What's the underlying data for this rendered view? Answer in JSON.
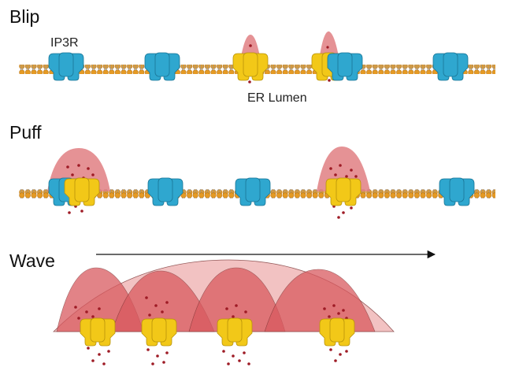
{
  "panels": [
    {
      "title": "Blip"
    },
    {
      "title": "Puff"
    },
    {
      "title": "Wave"
    }
  ],
  "labels": {
    "receptor": "IP3R",
    "lumen": "ER Lumen"
  },
  "colors": {
    "membrane_head": "#e59a24",
    "membrane_tail": "#9a9a9a",
    "channel_closed": "#2fa7cf",
    "channel_open": "#f2c818",
    "calcium_cloud": "#d9474e",
    "calcium_ion": "#9e1b25",
    "arrow": "#111111"
  },
  "icons": {
    "channel_closed": "ip3r-channel-closed-icon",
    "channel_open": "ip3r-channel-open-icon",
    "calcium": "calcium-ion-icon"
  }
}
